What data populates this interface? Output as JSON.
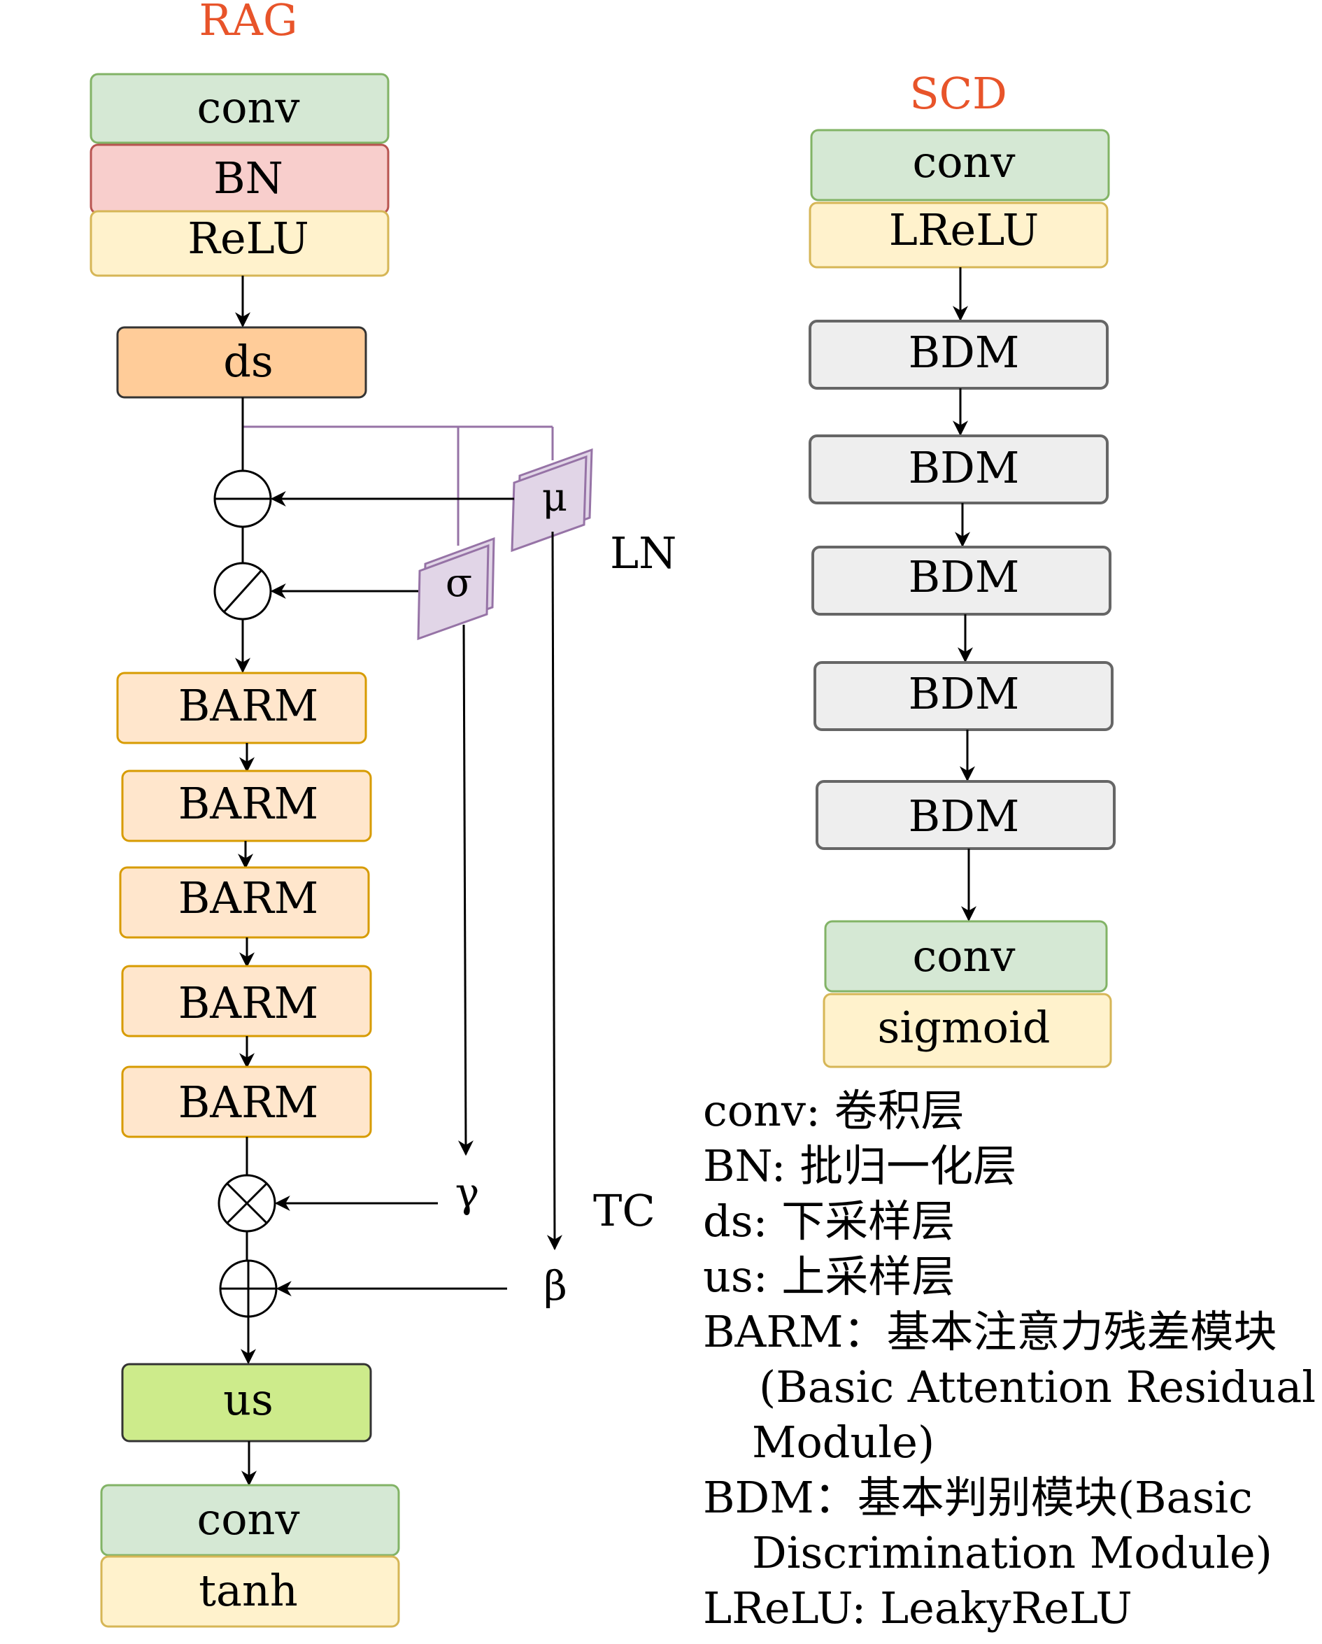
{
  "rag": {
    "title": "RAG",
    "conv_top": "conv",
    "bn": "BN",
    "relu": "ReLU",
    "ds": "ds",
    "mu": "μ",
    "sigma": "σ",
    "ln_label": "LN",
    "barm": [
      "BARM",
      "BARM",
      "BARM",
      "BARM",
      "BARM"
    ],
    "gamma": "γ",
    "beta": "β",
    "tc_label": "TC",
    "us": "us",
    "conv_bottom": "conv",
    "tanh": "tanh"
  },
  "scd": {
    "title": "SCD",
    "conv_top": "conv",
    "lrelu": "LReLU",
    "bdm": [
      "BDM",
      "BDM",
      "BDM",
      "BDM",
      "BDM"
    ],
    "conv_bottom": "conv",
    "sigmoid": "sigmoid"
  },
  "legend": {
    "conv": "conv: 卷积层",
    "bn": "BN: 批归一化层",
    "ds": "ds: 下采样层",
    "us": "us: 上采样层",
    "barm_1": "BARM：基本注意力残差模块",
    "barm_2": "(Basic Attention Residual",
    "barm_3": "Module)",
    "bdm_1": "BDM：基本判别模块(Basic",
    "bdm_2": "Discrimination Module)",
    "lrelu": "LReLU: LeakyReLU"
  },
  "colors": {
    "title": "#e8542a",
    "conv_fill": "#d5e8d4",
    "conv_stroke": "#82b366",
    "bn_fill": "#f8cecc",
    "bn_stroke": "#b85450",
    "act_fill": "#fff2cc",
    "act_stroke": "#d6b656",
    "ds_fill": "#ffcc99",
    "barm_fill": "#ffe6cc",
    "barm_stroke": "#d79b00",
    "bdm_fill": "#eeeeee",
    "bdm_stroke": "#666666",
    "us_fill": "#cdeb8b",
    "ln_fill": "#e1d5e7",
    "ln_stroke": "#9673a6"
  }
}
